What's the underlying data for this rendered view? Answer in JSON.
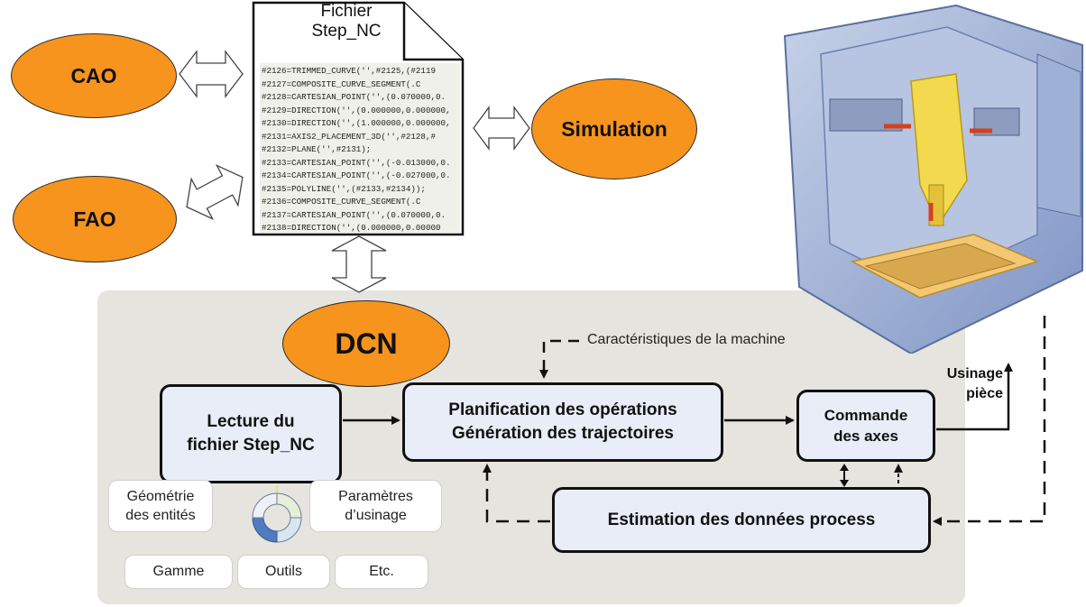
{
  "ellipses": {
    "cao": "CAO",
    "fao": "FAO",
    "simulation": "Simulation",
    "dcn": "DCN"
  },
  "document": {
    "title": "Fichier\nStep_NC",
    "lines": [
      "#2126=TRIMMED_CURVE('',#2125,(#2119",
      "#2127=COMPOSITE_CURVE_SEGMENT(.C",
      "#2128=CARTESIAN_POINT('',(0.070000,0.",
      "#2129=DIRECTION('',(0.000000,0.000000,",
      "#2130=DIRECTION('',(1.000000,0.000000,",
      "#2131=AXIS2_PLACEMENT_3D('',#2128,#",
      "#2132=PLANE('',#2131);",
      "#2133=CARTESIAN_POINT('',(-0.013000,0.",
      "#2134=CARTESIAN_POINT('',(-0.027000,0.",
      "#2135=POLYLINE('',(#2133,#2134));",
      "#2136=COMPOSITE_CURVE_SEGMENT(.C",
      "#2137=CARTESIAN_POINT('',(0.070000,0.",
      "#2138=DIRECTION('',(0.000000,0.00000"
    ]
  },
  "boxes": {
    "lecture": "Lecture du\nfichier Step_NC",
    "planification": "Planification des opérations\nGénération des trajectoires",
    "commande": "Commande\ndes axes",
    "estimation": "Estimation des données process"
  },
  "pills": {
    "geometrie": "Géométrie\ndes entités",
    "parametres": "Paramètres\nd’usinage",
    "gamme": "Gamme",
    "outils": "Outils",
    "etc": "Etc."
  },
  "labels": {
    "caracteristiques": "Caractéristiques de la machine",
    "usinage": "Usinage\npièce"
  },
  "colors": {
    "ellipse_fill": "#f7941d",
    "box_fill": "#e8edf8",
    "panel_fill": "#e6e4de"
  }
}
